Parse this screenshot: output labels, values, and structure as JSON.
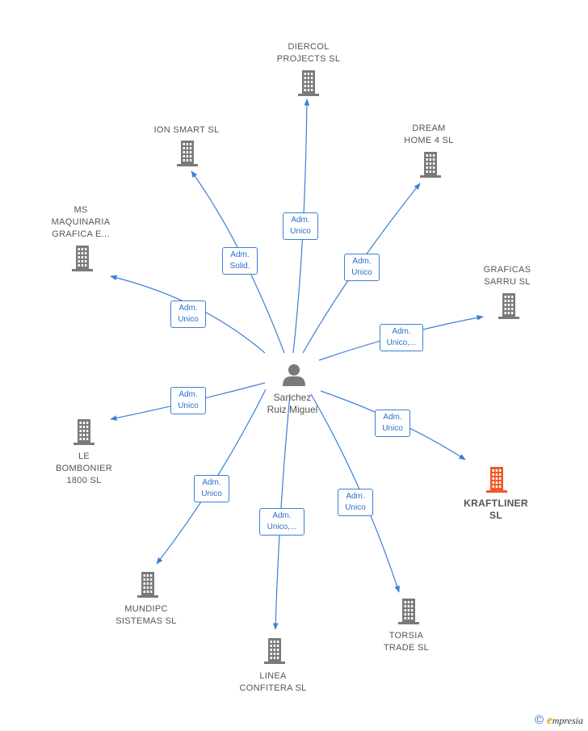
{
  "center": {
    "name_lines": [
      "Sanchez",
      "Ruiz Miguel"
    ],
    "icon": "person-icon"
  },
  "colors": {
    "edge": "#3b7fd6",
    "company": "#7a7a7a",
    "highlight": "#f05a28",
    "person": "#7a7a7a"
  },
  "companies": [
    {
      "id": "diercol",
      "name_lines": [
        "DIERCOL",
        "PROJECTS SL"
      ],
      "role_lines": [
        "Adm.",
        "Unico"
      ],
      "icon": "building-icon",
      "highlight": false
    },
    {
      "id": "ionsmart",
      "name_lines": [
        "ION SMART  SL"
      ],
      "role_lines": [
        "Adm.",
        "Solid."
      ],
      "icon": "building-icon",
      "highlight": false
    },
    {
      "id": "dream",
      "name_lines": [
        "DREAM",
        "HOME 4  SL"
      ],
      "role_lines": [
        "Adm.",
        "Unico"
      ],
      "icon": "building-icon",
      "highlight": false
    },
    {
      "id": "ms",
      "name_lines": [
        "MS",
        "MAQUINARIA",
        "GRAFICA E..."
      ],
      "role_lines": [
        "Adm.",
        "Unico"
      ],
      "icon": "building-icon",
      "highlight": false
    },
    {
      "id": "graficas",
      "name_lines": [
        "GRAFICAS",
        "SARRU  SL"
      ],
      "role_lines": [
        "Adm.",
        "Unico,..."
      ],
      "icon": "building-icon",
      "highlight": false
    },
    {
      "id": "lebombonier",
      "name_lines": [
        "LE",
        "BOMBONIER",
        "1800  SL"
      ],
      "role_lines": [
        "Adm.",
        "Unico"
      ],
      "icon": "building-icon",
      "highlight": false
    },
    {
      "id": "kraftliner",
      "name_lines": [
        "KRAFTLINER",
        "SL"
      ],
      "role_lines": [
        "Adm.",
        "Unico"
      ],
      "icon": "building-icon",
      "highlight": true
    },
    {
      "id": "mundipc",
      "name_lines": [
        "MUNDIPC",
        "SISTEMAS SL"
      ],
      "role_lines": [
        "Adm.",
        "Unico"
      ],
      "icon": "building-icon",
      "highlight": false
    },
    {
      "id": "linea",
      "name_lines": [
        "LINEA",
        "CONFITERA  SL"
      ],
      "role_lines": [
        "Adm.",
        "Unico,..."
      ],
      "icon": "building-icon",
      "highlight": false
    },
    {
      "id": "torsia",
      "name_lines": [
        "TORSIA",
        "TRADE  SL"
      ],
      "role_lines": [
        "Adm.",
        "Unico"
      ],
      "icon": "building-icon",
      "highlight": false
    }
  ],
  "brand": {
    "copyright": "©",
    "e": "e",
    "rest": "mpresia"
  }
}
